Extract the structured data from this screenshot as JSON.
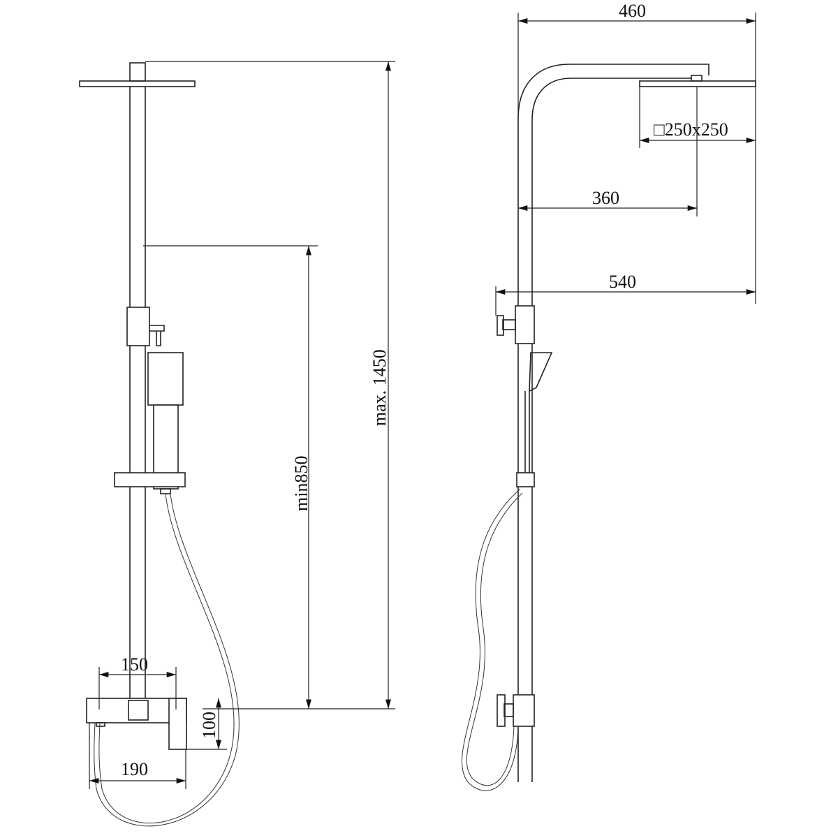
{
  "title": "Shower system dimension drawing",
  "front_view": {
    "dimensions": {
      "max_height": "max. 1450",
      "min_height": "min850",
      "mixer_spout_width": "150",
      "mixer_height": "100",
      "mixer_width": "190"
    }
  },
  "side_view": {
    "dimensions": {
      "total_arm_width": "460",
      "head_size": "□250x250",
      "arm_reach": "360",
      "overall_depth": "540"
    }
  }
}
